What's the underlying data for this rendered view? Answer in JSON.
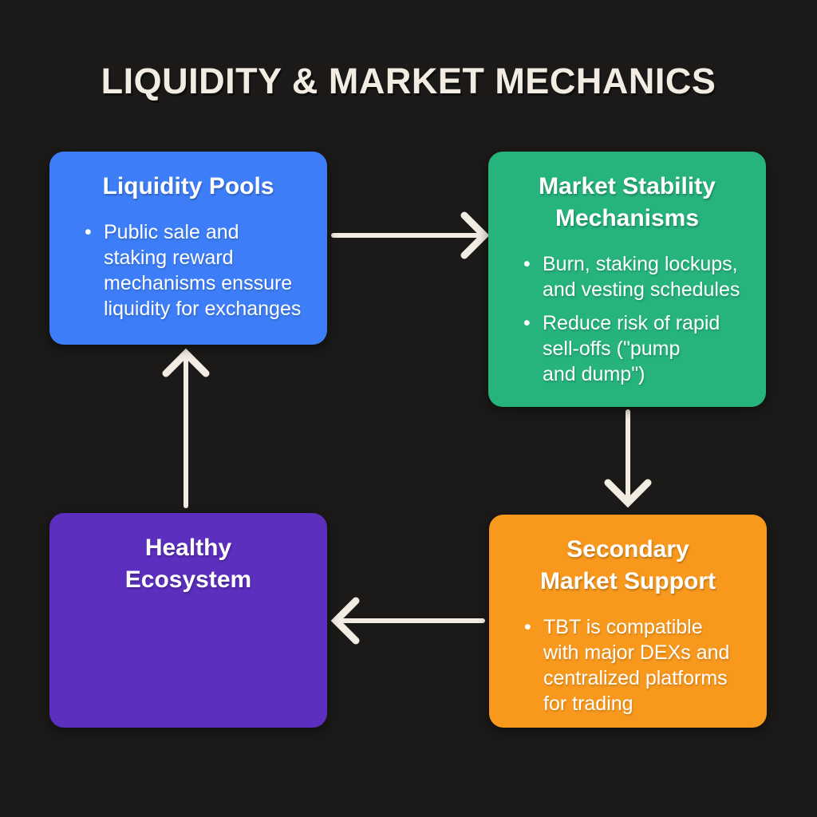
{
  "title": "LIQUIDITY & MARKET MECHANICS",
  "bullet_char": "•",
  "colors": {
    "background": "#1b1a18",
    "title_and_arrows": "#f2ece3",
    "node_text": "#ffffff",
    "liquidity_pools": "#3d7ef8",
    "market_stability": "#26b37c",
    "secondary_market": "#f8991d",
    "healthy_ecosystem": "#5c2fbe"
  },
  "nodes": [
    {
      "id": "liquidity-pools",
      "title": "Liquidity Pools",
      "color": "#3d7ef8",
      "bullets": [
        "Public sale and\nstaking reward\nmechanisms enssure\nliquidity for exchanges"
      ]
    },
    {
      "id": "market-stability-mechanisms",
      "title": "Market Stability\nMechanisms",
      "color": "#26b37c",
      "bullets": [
        "Burn, staking lockups,\nand vesting schedules",
        "Reduce risk of rapid\nsell-offs (\"pump\nand dump\")"
      ]
    },
    {
      "id": "secondary-market-support",
      "title": "Secondary\nMarket Support",
      "color": "#f8991d",
      "bullets": [
        "TBT is compatible\nwith major DEXs and\ncentralized platforms\nfor trading"
      ]
    },
    {
      "id": "healthy-ecosystem",
      "title": "Healthy\nEcosystem",
      "color": "#5c2fbe",
      "bullets": []
    }
  ],
  "edges": [
    {
      "from": "liquidity-pools",
      "to": "market-stability-mechanisms",
      "direction": "right"
    },
    {
      "from": "market-stability-mechanisms",
      "to": "secondary-market-support",
      "direction": "down"
    },
    {
      "from": "secondary-market-support",
      "to": "healthy-ecosystem",
      "direction": "left"
    },
    {
      "from": "healthy-ecosystem",
      "to": "liquidity-pools",
      "direction": "up"
    }
  ]
}
